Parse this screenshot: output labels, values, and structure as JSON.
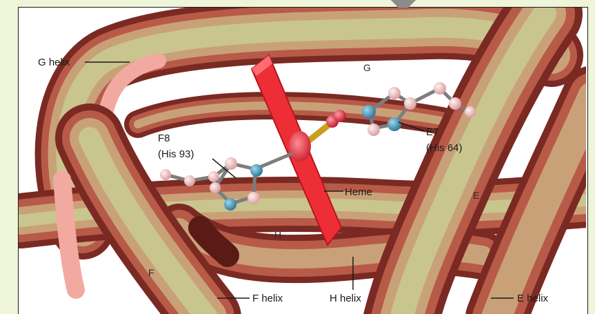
{
  "labels": {
    "g_helix": "G helix",
    "g": "G",
    "f8_line1": "F8",
    "f8_line2": "(His 93)",
    "e7_line1": "E7",
    "e7_line2": "(His 64)",
    "heme": "Heme",
    "e": "E",
    "h": "H",
    "f": "F",
    "f_helix": "F helix",
    "h_helix": "H helix",
    "e_helix": "E helix"
  },
  "colors": {
    "tube_outer": "#7a2a22",
    "tube_mid": "#b85a48",
    "tube_tan": "#c9a178",
    "tube_light": "#d8c59a",
    "tube_green": "#c9c58e",
    "tube_pink": "#f2aaa0",
    "heme_red": "#ee2e36",
    "carbon": "#e8b8b8",
    "nitrogen": "#3f8fae",
    "oxygen": "#e02a3a",
    "bond": "#8a8a8a"
  }
}
